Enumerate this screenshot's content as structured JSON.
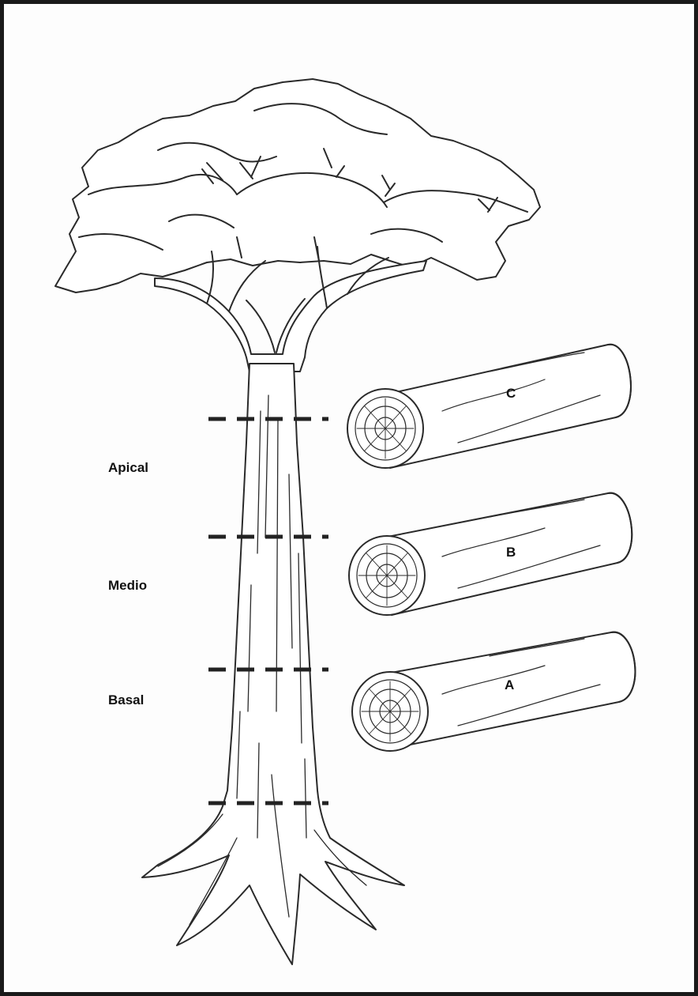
{
  "section_labels": {
    "apical": "Apical",
    "medio": "Medio",
    "basal": "Basal"
  },
  "log_labels": {
    "c": "C",
    "b": "B",
    "a": "A"
  },
  "colors": {
    "line": "#2a2a2a",
    "cut_marker": "#222222",
    "frame": "#1a1a1a"
  }
}
